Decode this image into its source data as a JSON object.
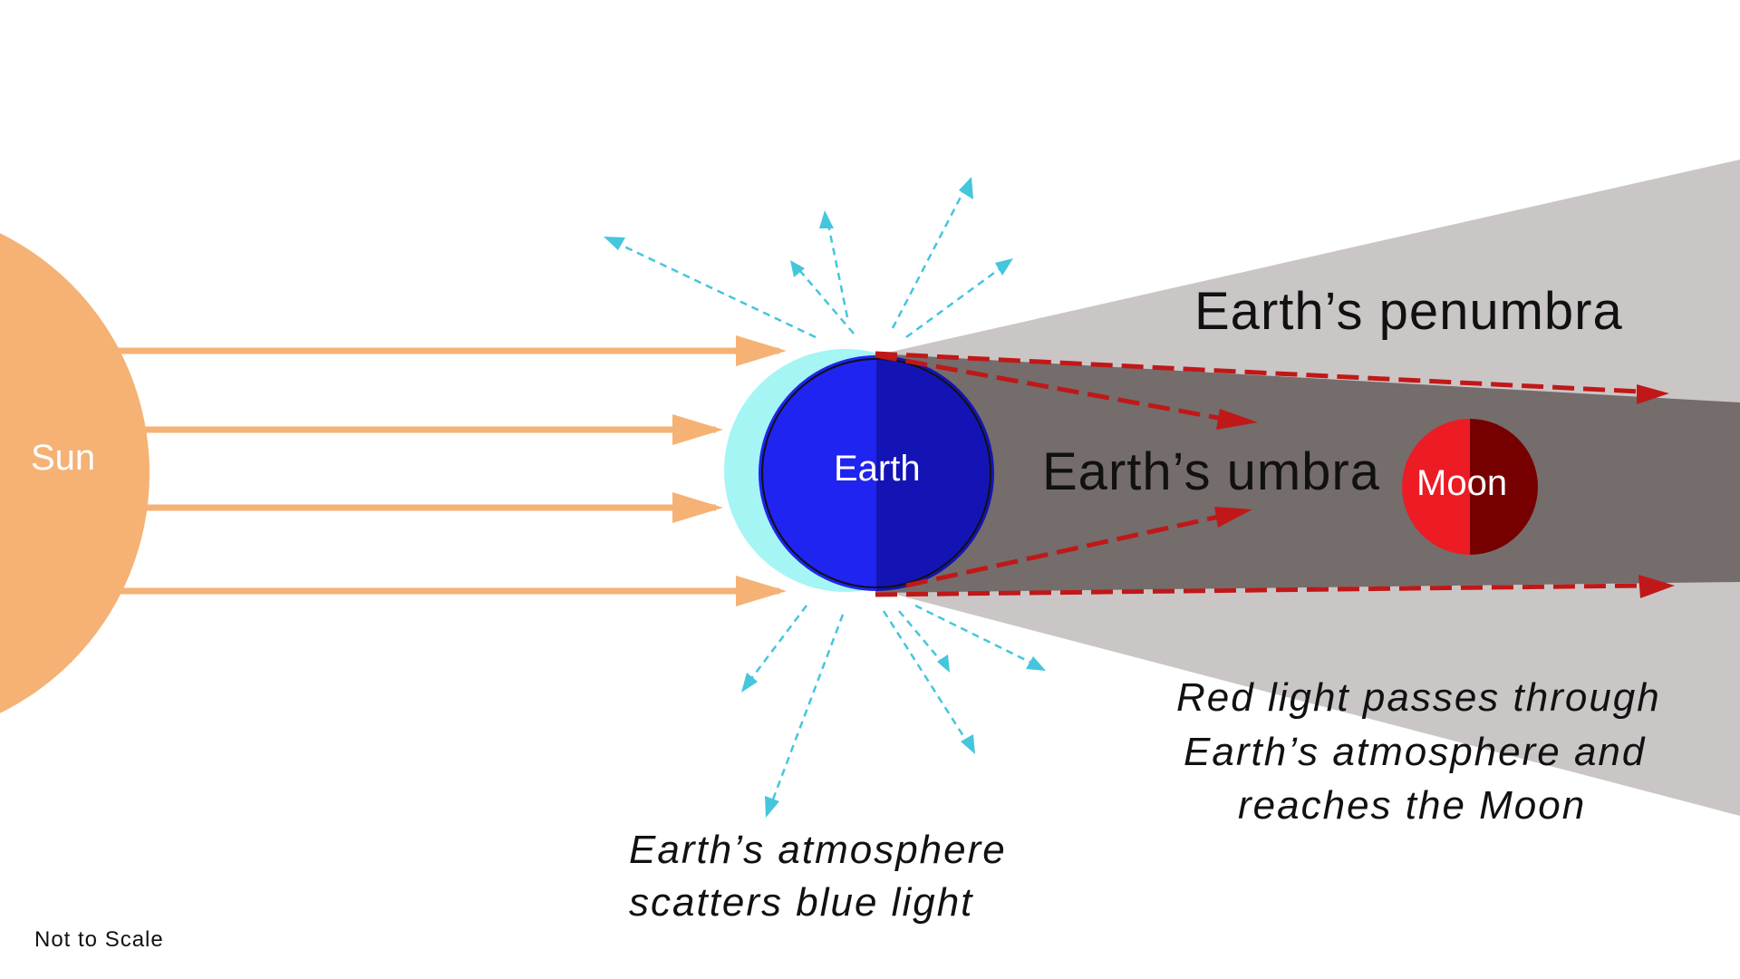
{
  "labels": {
    "sun": "Sun",
    "earth": "Earth",
    "moon": "Moon",
    "penumbra": "Earth’s  penumbra",
    "umbra": "Earth’s  umbra",
    "red_light_line1": "Red light passes through",
    "red_light_line2": "Earth’s atmosphere and",
    "red_light_line3": "reaches the Moon",
    "scatter_line1": "Earth’s atmosphere",
    "scatter_line2": "scatters blue light",
    "scale_note": "Not to Scale"
  },
  "colors": {
    "sun": "#f5b274",
    "sun_rays": "#f5b274",
    "atmosphere": "#a5f5f5",
    "earth_day": "#1f24f0",
    "earth_night": "#1414b4",
    "atmosphere_overlap": "#4ba9a9",
    "penumbra": "#cbc6c6",
    "umbra": "#756c6c",
    "moon_light": "#ec1b24",
    "moon_dark": "#760000",
    "red_light_arrows": "#c01818",
    "scattered_blue_arrows": "#44c6dc"
  }
}
